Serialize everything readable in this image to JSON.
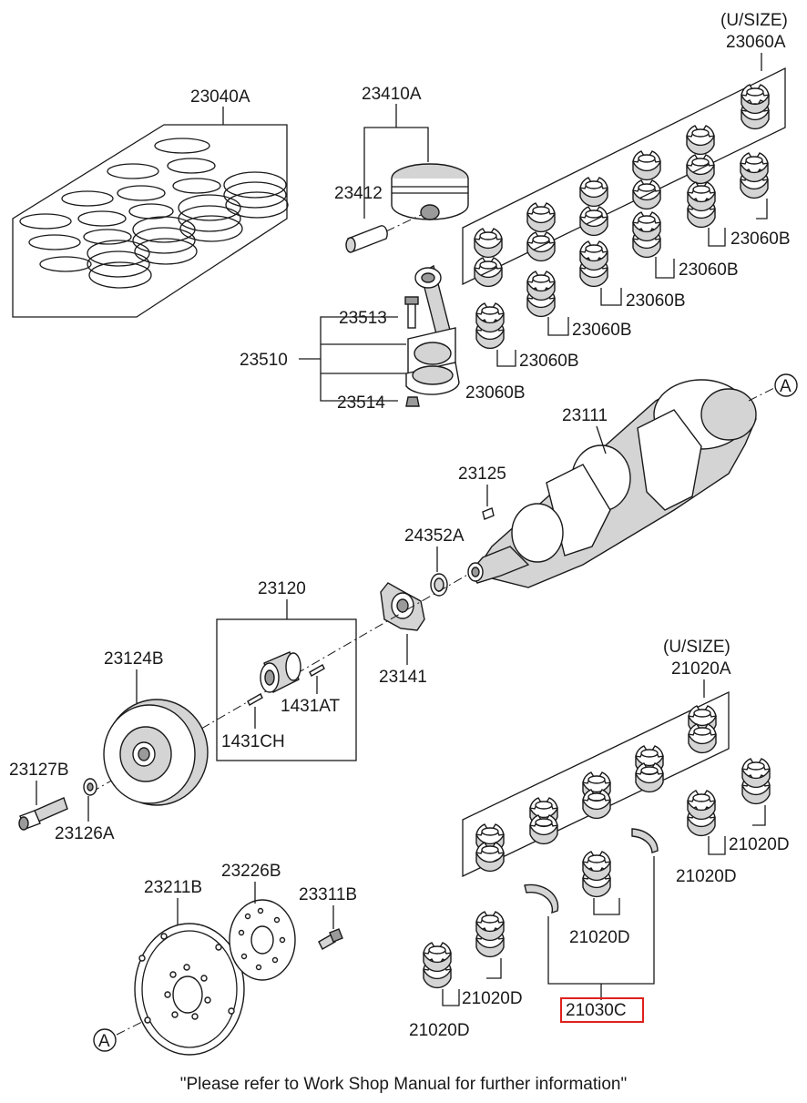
{
  "diagram": {
    "footer_note": "\"Please refer to Work Shop Manual for further information\"",
    "highlight_color": "#e0201c",
    "labels": {
      "p23040A": "23040A",
      "p23410A": "23410A",
      "p23412": "23412",
      "us1": "(U/SIZE)",
      "p23060A": "23060A",
      "p23060B_1": "23060B",
      "p23060B_2": "23060B",
      "p23060B_3": "23060B",
      "p23060B_4": "23060B",
      "p23060B_5": "23060B",
      "p23060B_6": "23060B",
      "p23513": "23513",
      "p23510": "23510",
      "p23514": "23514",
      "refA_top": "A",
      "p23111": "23111",
      "p23125": "23125",
      "p24352A": "24352A",
      "p23120": "23120",
      "p23141": "23141",
      "p1431AT": "1431AT",
      "p1431CH": "1431CH",
      "p23124B": "23124B",
      "us2": "(U/SIZE)",
      "p21020A": "21020A",
      "p23127B": "23127B",
      "p23126A": "23126A",
      "p21020D_1": "21020D",
      "p21020D_2": "21020D",
      "p21020D_3": "21020D",
      "p21020D_4": "21020D",
      "p21020D_5": "21020D",
      "p21030C": "21030C",
      "p23211B": "23211B",
      "p23226B": "23226B",
      "p23311B": "23311B",
      "refA_bottom": "A"
    }
  }
}
